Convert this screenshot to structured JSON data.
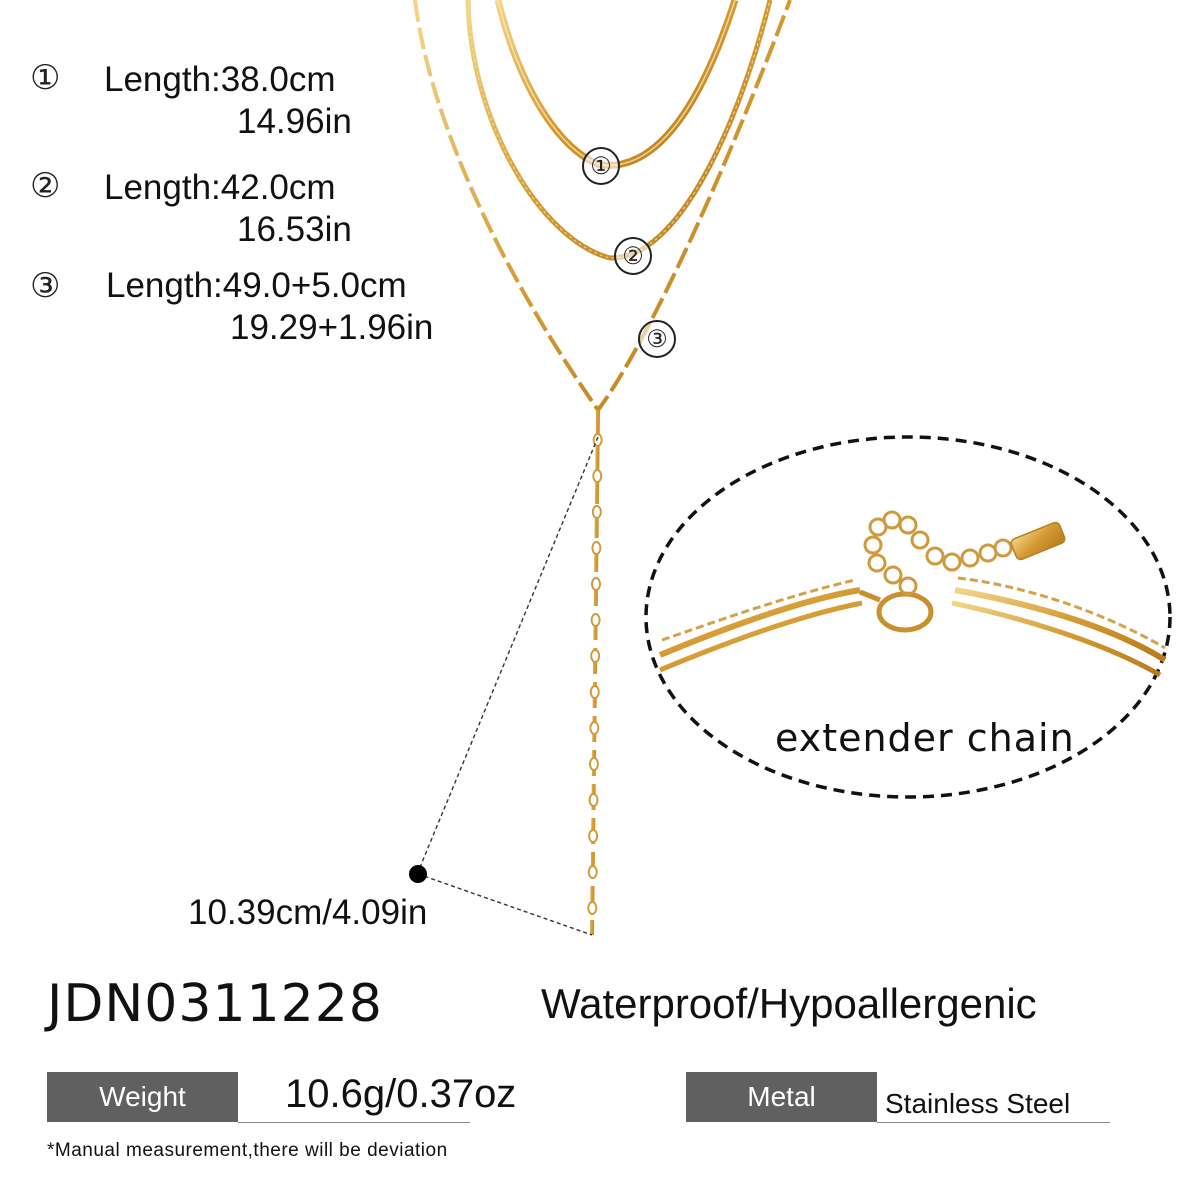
{
  "specs": [
    {
      "marker": "①",
      "length_label": "Length:38.0cm",
      "length_in": "14.96in"
    },
    {
      "marker": "②",
      "length_label": "Length:42.0cm",
      "length_in": "16.53in"
    },
    {
      "marker": "③",
      "length_label": "Length:49.0+5.0cm",
      "length_in": "19.29+1.96in"
    }
  ],
  "chain_markers": [
    "①",
    "②",
    "③"
  ],
  "pendant_length": "10.39cm/4.09in",
  "extender_label": "extender chain",
  "model_number": "JDN0311228",
  "features": "Waterproof/Hypoallergenic",
  "weight": {
    "label": "Weight",
    "value": "10.6g/0.37oz"
  },
  "metal": {
    "label": "Metal",
    "value": "Stainless Steel"
  },
  "note": "*Manual measurement,there will be deviation",
  "colors": {
    "gold": "#d9a441",
    "gold_light": "#f1cf7e",
    "tag_bg": "#606060"
  }
}
